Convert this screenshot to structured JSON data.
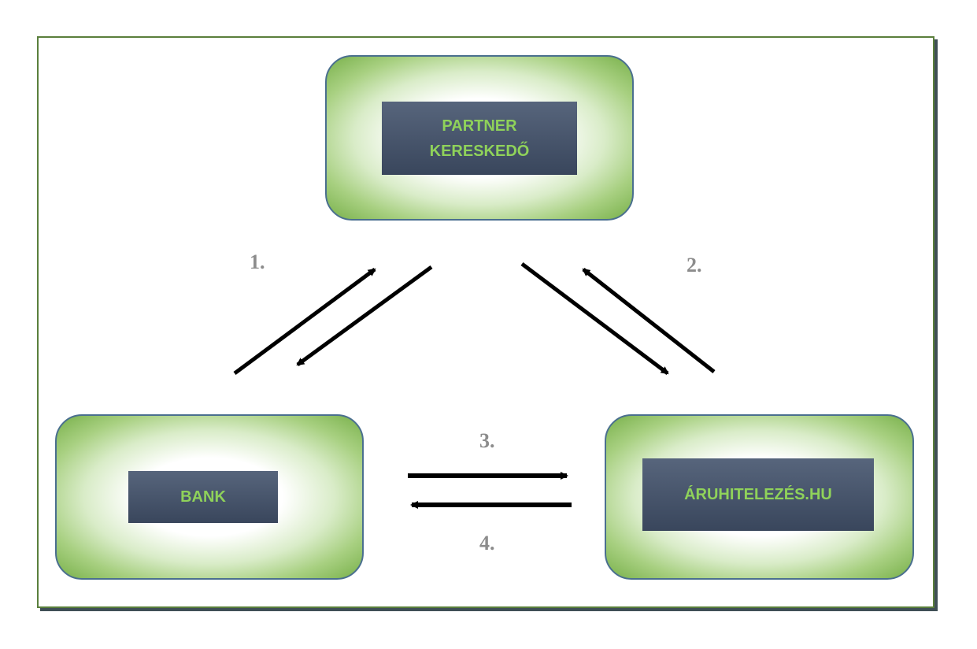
{
  "nodes": {
    "partner": "PARTNER\nKERESKEDŐ",
    "bank": "BANK",
    "aruhitel": "ÁRUHITELEZÉS.HU"
  },
  "steps": {
    "one": "1.",
    "two": "2.",
    "three": "3.",
    "four": "4."
  },
  "colors": {
    "label_text": "#8fd25a",
    "label_bg": "#46536a",
    "node_glow": "#78b04a",
    "node_border": "#4a6f8f",
    "step_text": "#8c8c8c",
    "arrow": "#000000"
  }
}
